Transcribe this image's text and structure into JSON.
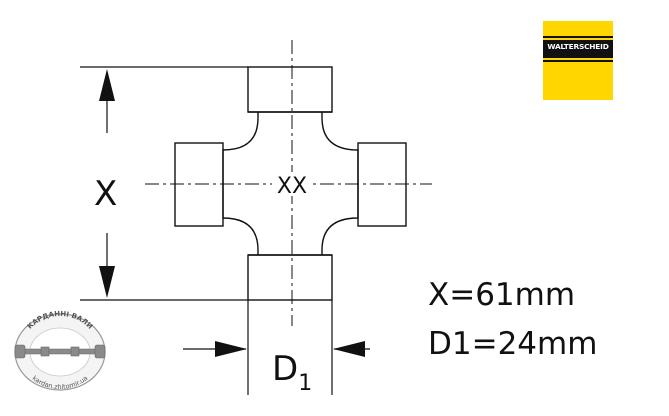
{
  "drawing": {
    "center_label": "XX",
    "dim_x_label": "X",
    "dim_d_label": "D",
    "dim_d_subscript": "1"
  },
  "specs": {
    "x_value": "X=61mm",
    "d1_value": "D1=24mm"
  },
  "brand": {
    "name": "WALTERSCHEID",
    "color": "#ffd600"
  },
  "watermark": {
    "top_text": "КАРДАННІ ВАЛИ",
    "bottom_text": "kardan.zhitomir.ua"
  }
}
